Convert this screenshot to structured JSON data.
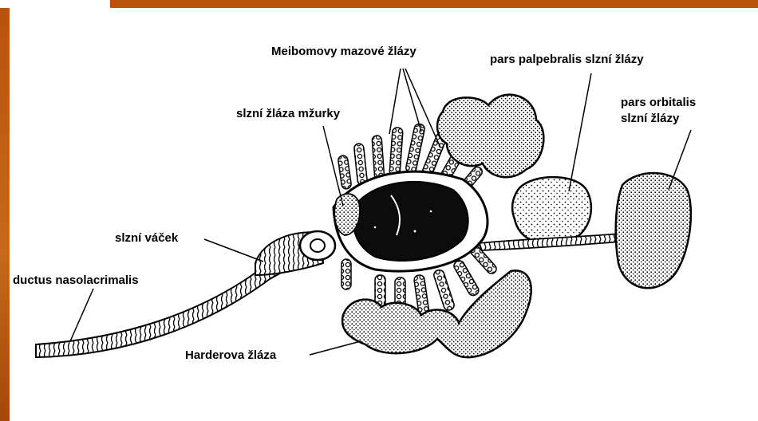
{
  "colors": {
    "frame": "#b8520c",
    "panel": "#ffffff",
    "ink": "#000000"
  },
  "labels": {
    "meibom": "Meibomovy mazové žlázy",
    "palpebral": "pars palpebralis slzní žlázy",
    "orbital_line1": "pars orbitalis",
    "orbital_line2": "slzní žlázy",
    "nictitans": "slzní žláza mžurky",
    "sac": "slzní váček",
    "duct": "ductus nasolacrimalis",
    "harder": "Harderova žláza"
  }
}
